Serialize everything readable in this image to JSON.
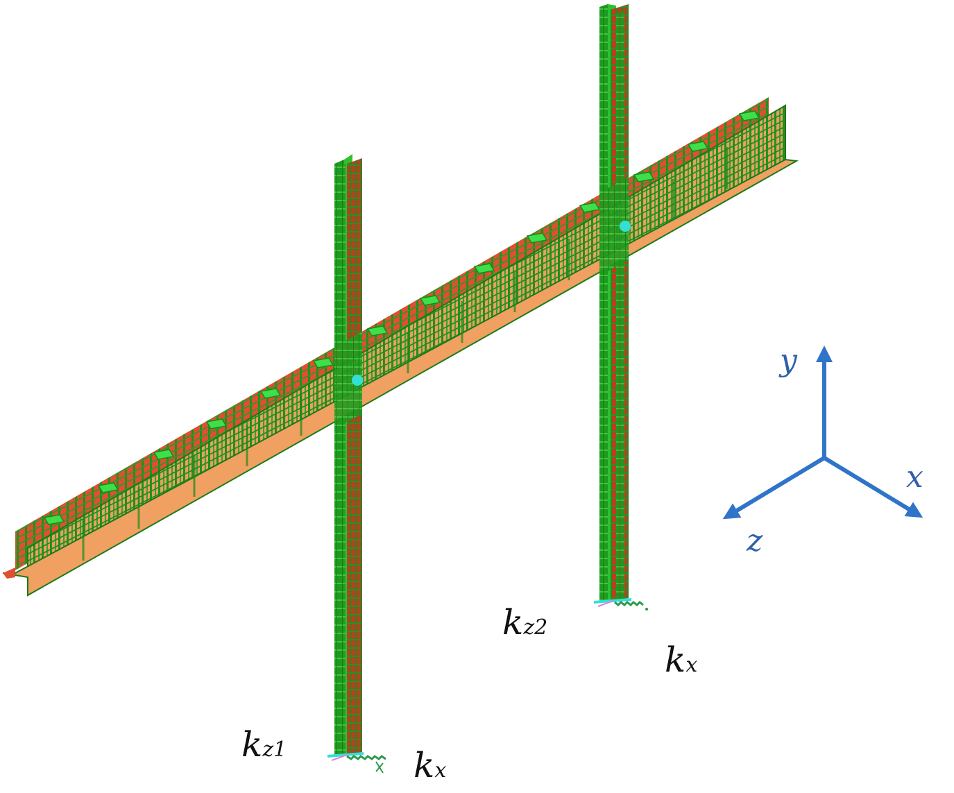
{
  "figure": {
    "description": "Finite element model of a horizontal beam supported on two vertical columns with spring supports",
    "colors": {
      "background": "#ffffff",
      "mesh_green": "#1f9a1f",
      "mesh_bright_green": "#3ee04a",
      "mesh_orange": "#f0a060",
      "mesh_red": "#e05030",
      "mesh_dark_red": "#b8401c",
      "node_cyan": "#33e0d8",
      "axis_blue": "#2f74c8",
      "label_black": "#111111"
    }
  },
  "labels": {
    "kz1": {
      "main": "k",
      "sub": "z1"
    },
    "kx_left": {
      "main": "k",
      "sub": "x"
    },
    "kz2": {
      "main": "k",
      "sub": "z2"
    },
    "kx_right": {
      "main": "k",
      "sub": "x"
    }
  },
  "axes": {
    "y": "y",
    "x": "x",
    "z": "z"
  },
  "model": {
    "components": [
      "beam",
      "column-left",
      "column-right",
      "spring-support-left",
      "spring-support-right",
      "connection-node-left",
      "connection-node-right"
    ],
    "stiffener_count": 13
  }
}
